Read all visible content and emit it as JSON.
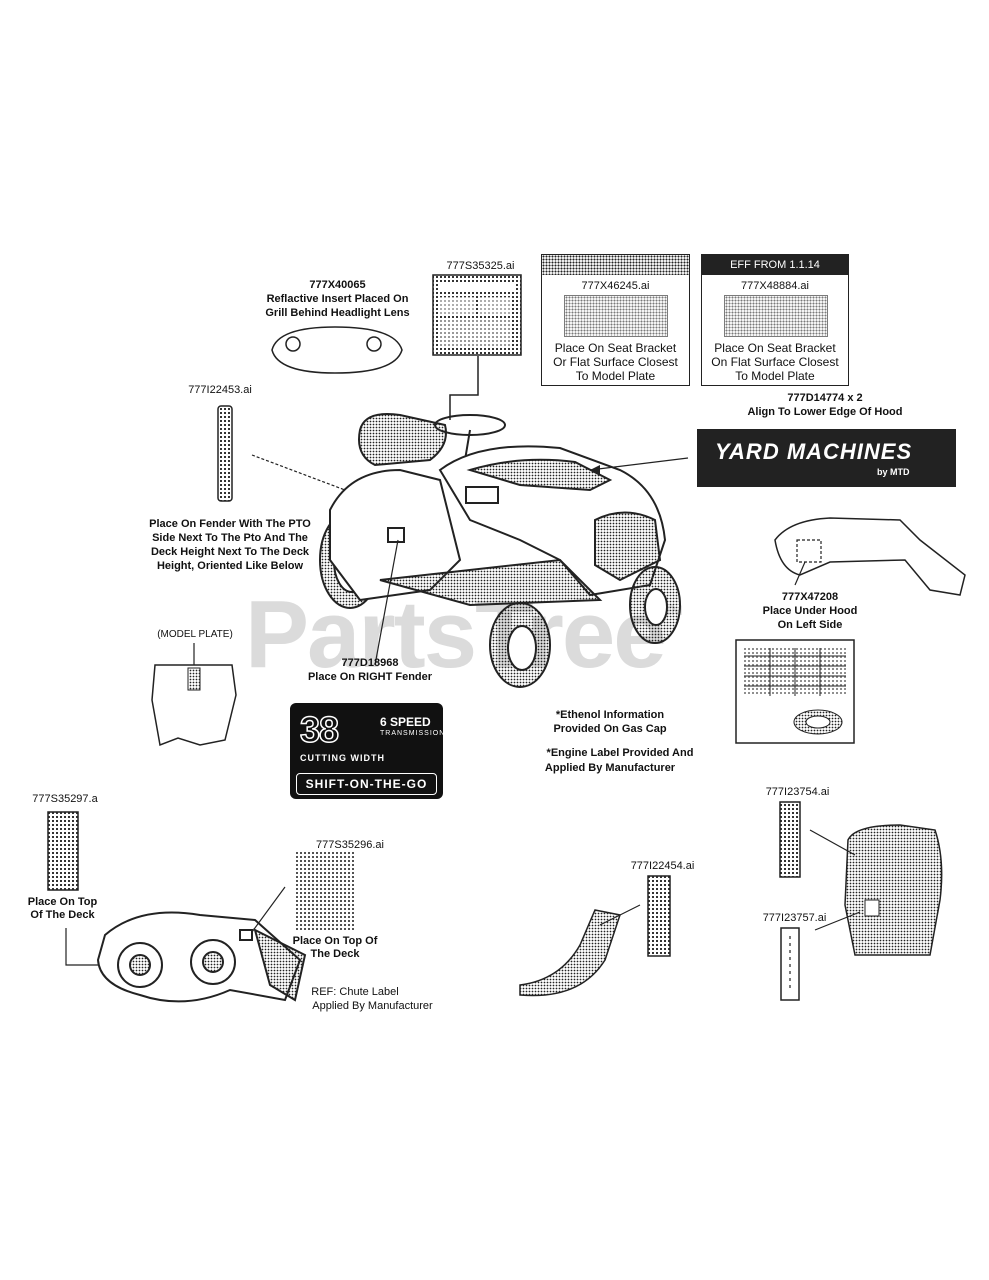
{
  "watermark": {
    "text": "PartsTree",
    "tm": "TM"
  },
  "labels": {
    "l1": "777X40065",
    "l1_note_1": "Reflactive Insert Placed On",
    "l1_note_2": "Grill Behind Headlight Lens",
    "l2": "777S35325.ai",
    "l3": "777X46245.ai",
    "l3_note_1": "Place On Seat Bracket",
    "l3_note_2": "Or Flat Surface Closest",
    "l3_note_3": "To Model Plate",
    "l4_header": "EFF FROM 1.1.14",
    "l4": "777X48884.ai",
    "l4_note_1": "Place On Seat Bracket",
    "l4_note_2": "On Flat Surface Closest",
    "l4_note_3": "To Model Plate",
    "l5": "777I22453.ai",
    "l6": "777D14774 x 2",
    "l6_note": "Align To Lower Edge Of Hood",
    "l6_brand": "YARD MACHINES",
    "l6_sub": "by MTD",
    "fender_note_1": "Place On Fender With The PTO",
    "fender_note_2": "Side Next To The Pto And The",
    "fender_note_3": "Deck Height Next To The Deck",
    "fender_note_4": "Height, Oriented Like Below",
    "l7": "777X47208",
    "l7_note_1": "Place Under Hood",
    "l7_note_2": "On Left Side",
    "model_plate": "(MODEL PLATE)",
    "l8": "777D18968",
    "l8_note": "Place On RIGHT Fender",
    "decal_38": "38",
    "decal_speed": "6 SPEED",
    "decal_transmission": "TRANSMISSION",
    "decal_cutting": "CUTTING WIDTH",
    "decal_shift": "SHIFT-ON-THE-GO",
    "ethanol_1": "*Ethenol Information",
    "ethanol_2": "Provided On Gas Cap",
    "engine_1": "*Engine Label Provided And",
    "engine_2": "Applied By Manufacturer",
    "l9": "777S35297.a",
    "l9_note_1": "Place On Top",
    "l9_note_2": "Of The Deck",
    "l10": "777S35296.ai",
    "l10_note_1": "Place On Top Of",
    "l10_note_2": "The Deck",
    "chute_1": "REF: Chute Label",
    "chute_2": "Applied By Manufacturer",
    "l11": "777I22454.ai",
    "l12": "777I23754.ai",
    "l13": "777I23757.ai"
  }
}
